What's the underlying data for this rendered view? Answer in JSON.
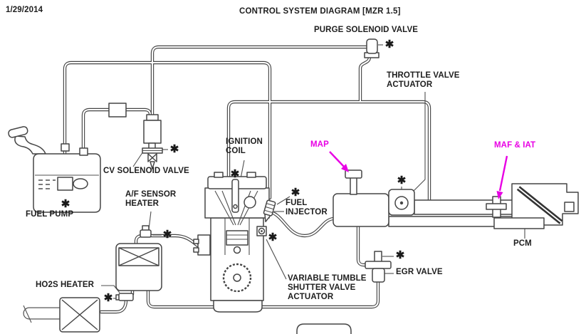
{
  "page": {
    "background": "#ffffff",
    "ink": "#454545",
    "annotation_color": "#e800e4"
  },
  "header": {
    "date": "1/29/2014",
    "title": "CONTROL SYSTEM DIAGRAM [MZR 1.5]"
  },
  "labels": {
    "purge_solenoid_valve": "PURGE SOLENOID VALVE",
    "throttle_valve_actuator": "THROTTLE VALVE\nACTUATOR",
    "ignition_coil": "IGNITION\nCOIL",
    "cv_solenoid_valve": "CV SOLENOID VALVE",
    "af_sensor_heater": "A/F SENSOR\nHEATER",
    "fuel_injector": "FUEL\nINJECTOR",
    "fuel_pump": "FUEL PUMP",
    "ho2s_heater": "HO2S HEATER",
    "variable_tumble_shutter_valve_actuator": "VARIABLE TUMBLE\nSHUTTER VALVE\nACTUATOR",
    "egr_valve": "EGR VALVE",
    "pcm": "PCM"
  },
  "annotations": {
    "map": "MAP",
    "maf_iat": "MAF & IAT"
  },
  "symbols": {
    "asterisk": "✱"
  }
}
